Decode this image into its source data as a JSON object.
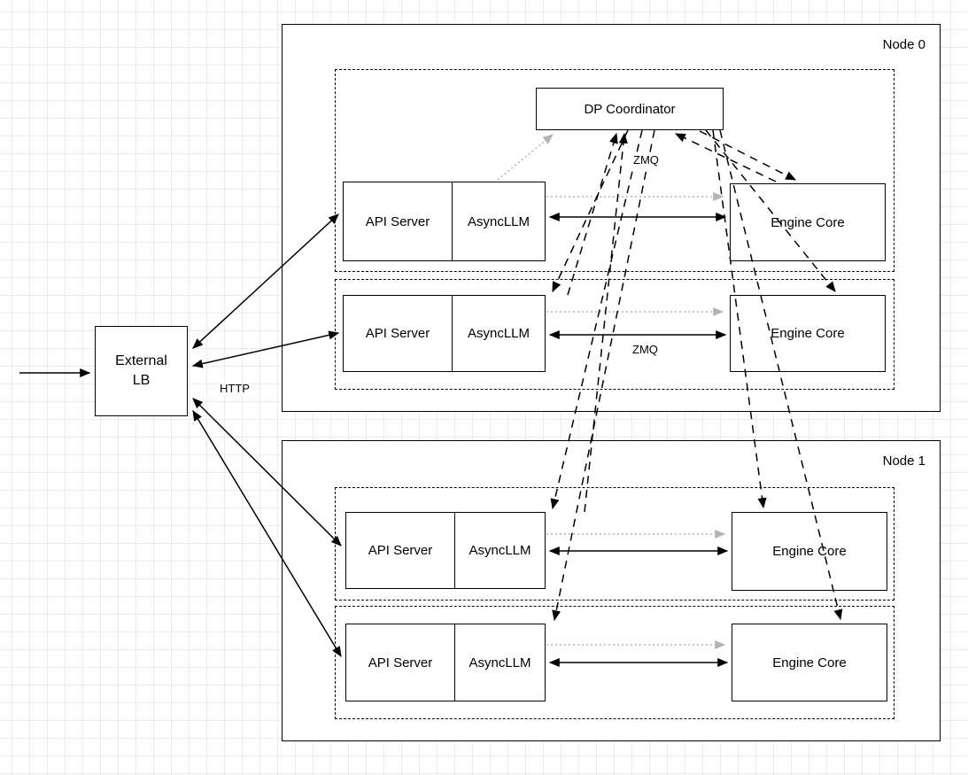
{
  "diagram": {
    "external_lb": {
      "label": "External\nLB"
    },
    "edge_labels": {
      "http": "HTTP",
      "zmq_coordinator": "ZMQ",
      "zmq_row": "ZMQ"
    },
    "nodes": [
      {
        "label": "Node 0",
        "coordinator_label": "DP Coordinator",
        "groups": [
          {
            "api_server": "API Server",
            "async_llm": "AsyncLLM",
            "engine_core": "Engine Core"
          },
          {
            "api_server": "API Server",
            "async_llm": "AsyncLLM",
            "engine_core": "Engine Core"
          }
        ]
      },
      {
        "label": "Node 1",
        "groups": [
          {
            "api_server": "API Server",
            "async_llm": "AsyncLLM",
            "engine_core": "Engine Core"
          },
          {
            "api_server": "API Server",
            "async_llm": "AsyncLLM",
            "engine_core": "Engine Core"
          }
        ]
      }
    ]
  }
}
